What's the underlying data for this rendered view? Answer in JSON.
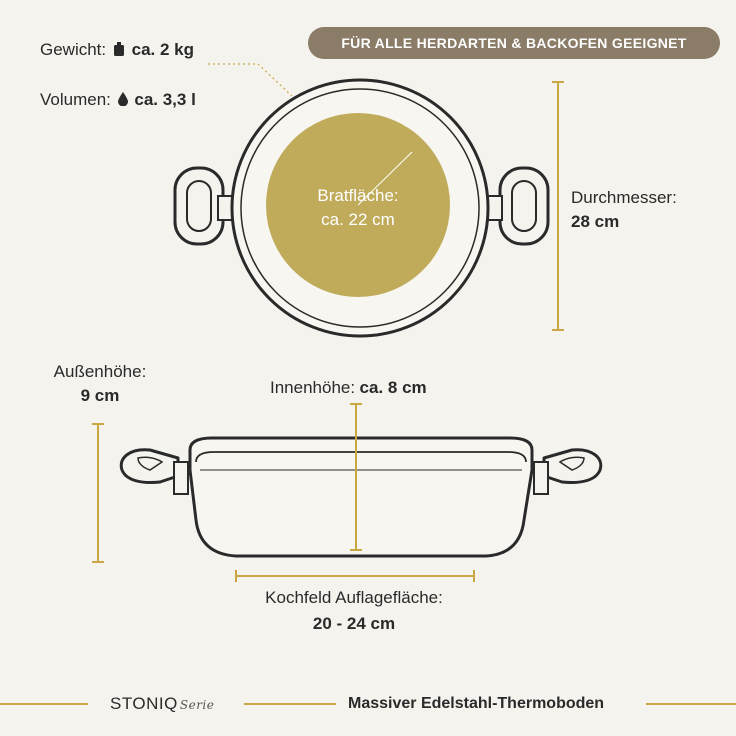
{
  "badge": "FÜR ALLE HERDARTEN & BACKOFEN GEEIGNET",
  "weight": {
    "label": "Gewicht:",
    "value": "ca. 2 kg",
    "icon": "weight-icon"
  },
  "volume": {
    "label": "Volumen:",
    "value": "ca. 3,3 l",
    "icon": "drop-icon"
  },
  "fry_area": {
    "label": "Bratfläche:",
    "value": "ca. 22 cm"
  },
  "diameter": {
    "label": "Durchmesser:",
    "value": "28 cm"
  },
  "outer_height": {
    "label": "Außenhöhe:",
    "value": "9 cm"
  },
  "inner_height": {
    "label": "Innenhöhe:",
    "value": "ca. 8 cm"
  },
  "hob": {
    "label": "Kochfeld Auflagefläche:",
    "value": "20 - 24 cm"
  },
  "footer": {
    "brand": "STONIQ",
    "serie": "Serie",
    "text": "Massiver Edelstahl-Thermoboden"
  },
  "colors": {
    "accent": "#c9a842",
    "fry_fill": "#bfab5a",
    "badge": "#8a7c67",
    "line": "#2a2a2a"
  }
}
